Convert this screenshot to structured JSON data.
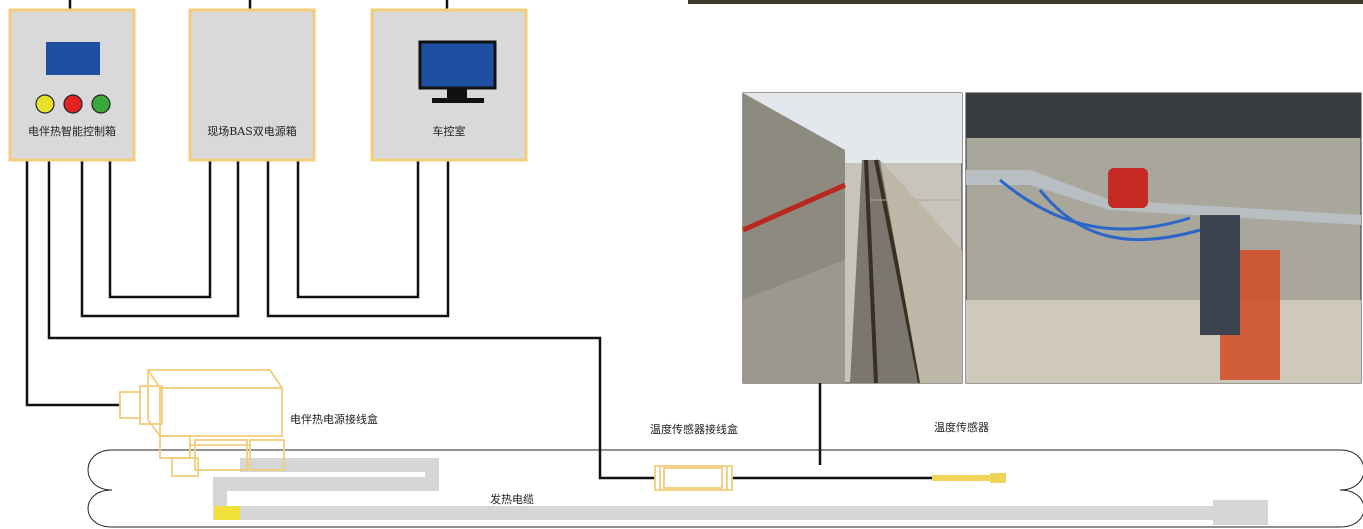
{
  "boxes": {
    "control_box": "电伴热智能控制箱",
    "power_box": "现场BAS双电源箱",
    "control_room": "车控室"
  },
  "labels": {
    "power_junction": "电伴热电源接线盒",
    "sensor_junction": "温度传感器接线盒",
    "sensor": "温度传感器",
    "heating_cable": "发热电缆"
  },
  "indicator_colors": [
    "#e8e02a",
    "#e32222",
    "#3aa83a"
  ],
  "colors": {
    "box_fill": "#d9d9d9",
    "box_border": "#f2cd7a",
    "screen": "#1f4fa3",
    "cable": "#d6d6d6",
    "accent_yellow": "#f2d35a"
  }
}
